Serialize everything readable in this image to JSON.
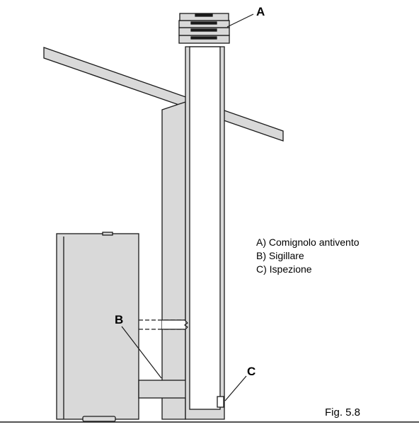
{
  "callouts": {
    "a": "A",
    "b": "B",
    "c": "C"
  },
  "legend": [
    {
      "text": "A)  Comignolo antivento"
    },
    {
      "text": "B)  Sigillare"
    },
    {
      "text": "C)  Ispezione"
    }
  ],
  "caption": "Fig. 5.8",
  "colors": {
    "fill_gray": "#d9d9d9",
    "stroke": "#1a1a1a"
  }
}
